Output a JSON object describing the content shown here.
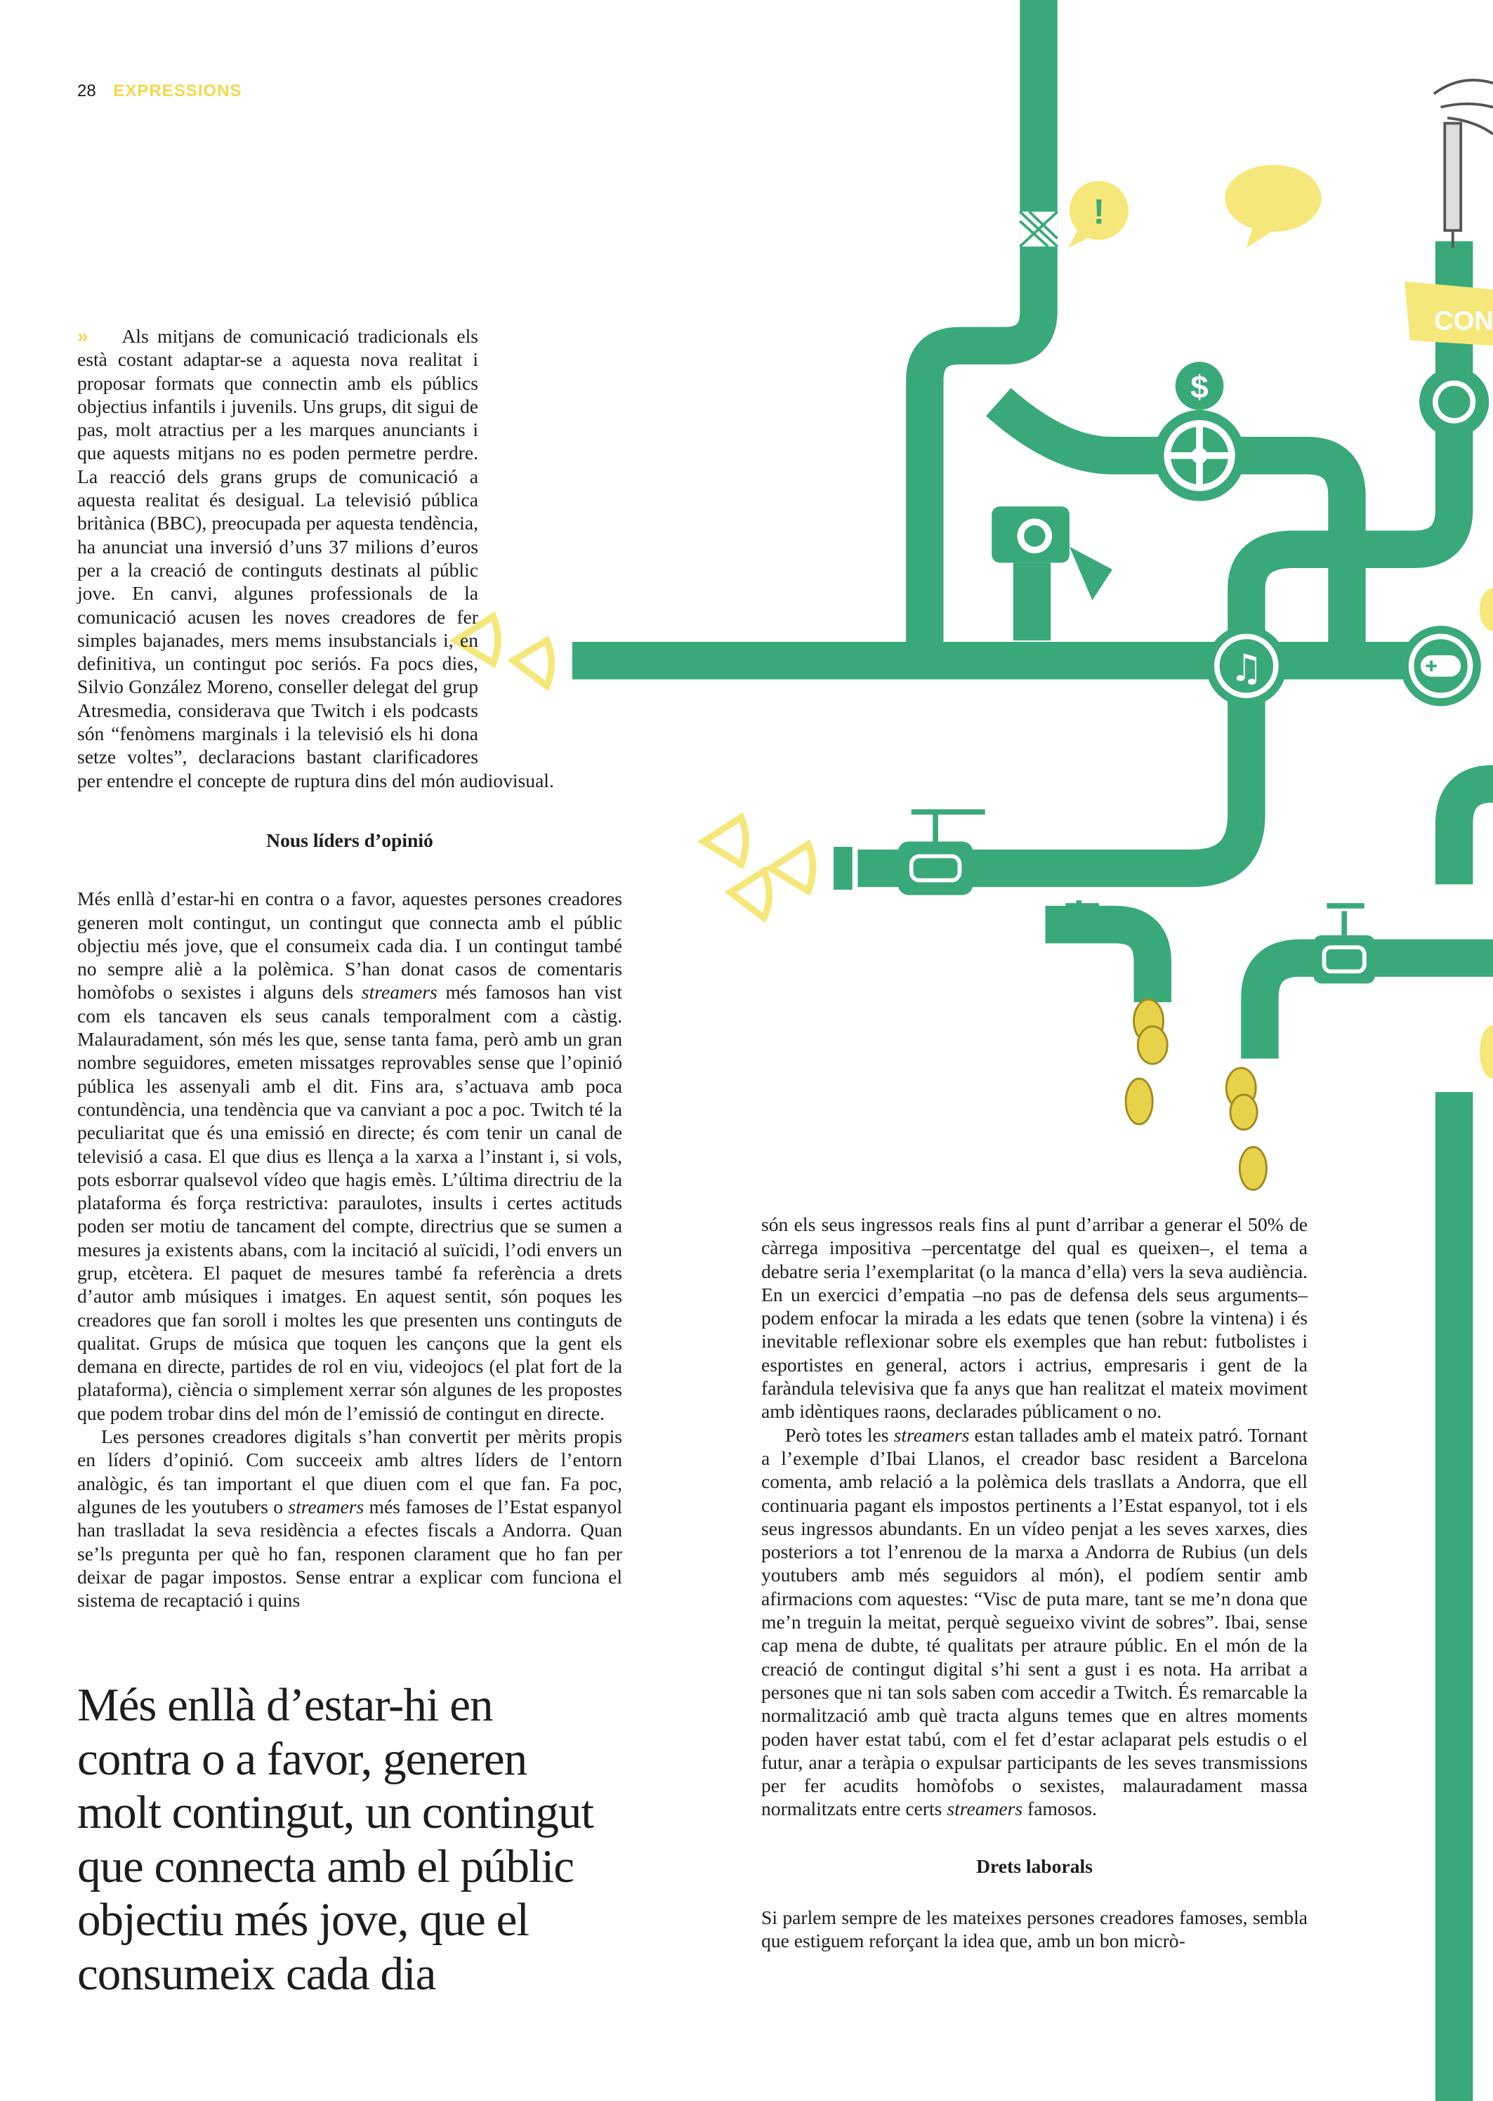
{
  "header": {
    "page_number": "28",
    "section": "EXPRESSIONS"
  },
  "colors": {
    "pipe_green": "#3aa97a",
    "accent_yellow": "#f6e77a",
    "section_yellow": "#f3d94a"
  },
  "illustration": {
    "sign_text": "CON",
    "icons": [
      "alert-bubble-icon",
      "speech-bubble-icon",
      "dollar-icon",
      "camera-icon",
      "music-note-icon",
      "gamepad-icon",
      "coin-icon",
      "hand-icon"
    ]
  },
  "column1": {
    "lead_mark": "»",
    "paragraphs": [
      {
        "indent": false,
        "segments": [
          {
            "t": "Als mitjans de comunicació tradicionals els està costant adaptar-se a aquesta nova realitat i proposar formats que connectin amb els públics objectius infantils i juvenils. Uns grups, dit sigui de pas, molt atractius per a les marques anunciants i que aquests mitjans no es poden permetre perdre. La reacció dels grans grups de comunicació a aquesta realitat és desigual. La televisió pública britànica (BBC), preocupada per aquesta tendència, ha anunciat una inversió d’uns 37 milions d’euros per a la creació de continguts destinats al públic jove. En canvi, algunes professionals de la comunicació acusen les noves creadores de fer simples bajanades, mers mems insubstancials i, en definitiva, un contingut poc seriós. Fa pocs dies, Silvio González Moreno, conseller delegat del grup Atresmedia, considerava que Twitch i els podcasts són “fenòmens marginals i la televisió els hi dona setze voltes”, declaracions bastant clarificadores per entendre el concepte de ruptura dins del món audiovisual."
          }
        ]
      }
    ],
    "heading": "Nous líders d’opinió",
    "paragraphs2": [
      {
        "indent": false,
        "segments": [
          {
            "t": "Més enllà d’estar-hi en contra o a favor, aquestes persones creadores generen molt contingut, un contingut que connecta amb el públic objectiu més jove, que el consumeix cada dia. I un contingut també no sempre aliè a la polèmica. S’han donat casos de comentaris homòfobs o sexistes i alguns dels "
          },
          {
            "t": "streamers",
            "i": true
          },
          {
            "t": " més famosos han vist com els tancaven els seus canals temporalment com a càstig. Malauradament, són més les que, sense tanta fama, però amb un gran nombre seguidores, emeten missatges reprovables sense que l’opinió pública les assenyali amb el dit. Fins ara, s’actuava amb poca contundència, una tendència que va canviant a poc a poc. Twitch té la peculiaritat que és una emissió en directe; és com tenir un canal de televisió a casa. El que dius es llença a la xarxa a l’instant i, si vols, pots esborrar qualsevol vídeo que hagis emès. L’última directriu de la plataforma és força restrictiva: paraulotes, insults i certes actituds poden ser motiu de tancament del compte, directrius que se sumen a mesures ja existents abans, com la incitació al suïcidi, l’odi envers un grup, etcètera. El paquet de mesures també fa referència a drets d’autor amb músiques i imatges. En aquest sentit, són poques les creadores que fan soroll i moltes les que presenten uns continguts de qualitat. Grups de música que toquen les cançons que la gent els demana en directe, partides de rol en viu, videojocs (el plat fort de la plataforma), ciència o simplement xerrar són algunes de les propostes que podem trobar dins del món de l’emissió de contingut en directe."
          }
        ]
      },
      {
        "indent": true,
        "segments": [
          {
            "t": "Les persones creadores digitals s’han convertit per mèrits propis en líders d’opinió. Com succeeix amb altres líders de l’entorn analògic, és tan important el que diuen com el que fan. Fa poc, algunes de les youtubers o "
          },
          {
            "t": "streamers",
            "i": true
          },
          {
            "t": " més famoses de l’Estat espanyol han traslladat la seva residència a efectes fiscals a Andorra. Quan se’ls pregunta per què ho fan, responen clarament que ho fan per deixar de pagar impostos. Sense entrar a explicar com funciona el sistema de recaptació i quins"
          }
        ]
      }
    ]
  },
  "pull_quote": {
    "lines": [
      "Més enllà d’estar-hi en",
      "contra o a favor, generen",
      "molt contingut, un contingut",
      "que connecta amb el públic",
      "objectiu més jove, que el",
      "consumeix cada dia"
    ]
  },
  "column2": {
    "paragraphs": [
      {
        "indent": false,
        "segments": [
          {
            "t": "són els seus ingressos reals fins al punt d’arribar a generar el 50% de càrrega impositiva –percentatge del qual es queixen–, el tema a debatre seria l’exemplaritat (o la manca d’ella) vers la seva audiència. En un exercici d’empatia –no pas de defensa dels seus arguments– podem enfocar la mirada a les edats que tenen (sobre la vintena) i és inevitable reflexionar sobre els exemples que han rebut: futbolistes i esportistes en general, actors i actrius, empresaris i gent de la faràndula televisiva que fa anys que han realitzat el mateix moviment amb idèntiques raons, declarades públicament o no."
          }
        ]
      },
      {
        "indent": true,
        "segments": [
          {
            "t": "Però totes les "
          },
          {
            "t": "streamers",
            "i": true
          },
          {
            "t": " estan tallades amb el mateix patró. Tornant a l’exemple d’Ibai Llanos, el creador basc resident a Barcelona comenta, amb relació a la polèmica dels trasllats a Andorra, que ell continuaria pagant els impostos pertinents a l’Estat espanyol, tot i els seus ingressos abundants. En un vídeo penjat a les seves xarxes, dies posteriors a tot l’enrenou de la marxa a Andorra de Rubius (un dels youtubers amb més seguidors al món), el podíem sentir amb afirmacions com aquestes: “Visc de puta mare, tant se me’n dona que me’n treguin la meitat, perquè segueixo vivint de sobres”. Ibai, sense cap mena de dubte, té qualitats per atraure públic. En el món de la creació de contingut digital s’hi sent a gust i es nota. Ha arribat a persones que ni tan sols saben com accedir a Twitch. És remarcable la normalització amb què tracta alguns temes que en altres moments poden haver estat tabú, com el fet d’estar aclaparat pels estudis o el futur, anar a teràpia o expulsar participants de les seves transmissions per fer acudits homòfobs o sexistes, malauradament massa normalitzats entre certs "
          },
          {
            "t": "streamers",
            "i": true
          },
          {
            "t": " famosos."
          }
        ]
      }
    ],
    "heading": "Drets laborals",
    "paragraphs2": [
      {
        "indent": false,
        "segments": [
          {
            "t": "Si parlem sempre de les mateixes persones creadores famoses, sembla que estiguem reforçant la idea que, amb un bon micrò-"
          }
        ]
      }
    ]
  }
}
